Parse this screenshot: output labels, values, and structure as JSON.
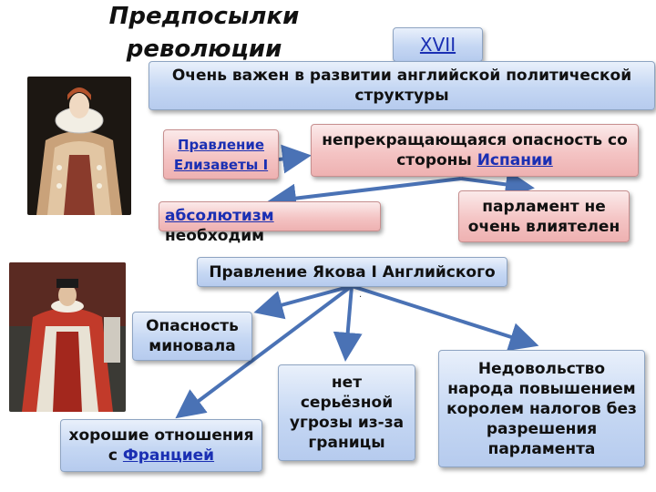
{
  "title": "Предпосылки революции",
  "century_badge": "XVII",
  "importance": "Очень  важен в развитии английской политической структуры",
  "elizabeth": {
    "rule_label": "Правление Елизаветы I",
    "danger_text": "непрекращающаяся опасность со стороны ",
    "danger_link": "Испании",
    "absolutism_link": "абсолютизм",
    "absolutism_rest": " необходим",
    "parliament": "парламент не очень влиятелен"
  },
  "james": {
    "rule_label": "Правление Якова I Английского",
    "dot": ".",
    "danger_passed": "Опасность миновала",
    "no_threat": "нет серьёзной угрозы из-за границы",
    "discontent": "Недовольство народа повышением королем налогов без разрешения парламента",
    "relations_text": "хорошие отношения с ",
    "relations_link": "Францией"
  },
  "colors": {
    "arrow": "#4a72b5",
    "box_blue": "#c5d7f3",
    "box_pink": "#f4c4c4",
    "link": "#1a2fb3"
  },
  "icons": [
    "portrait-elizabeth-image",
    "portrait-james-image"
  ]
}
